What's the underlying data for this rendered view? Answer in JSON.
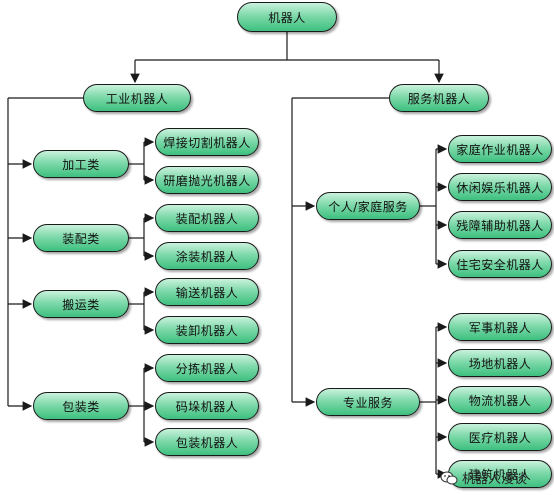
{
  "root": "机器人",
  "industrial": {
    "label": "工业机器人",
    "groups": [
      {
        "label": "加工类",
        "items": [
          "焊接切割机器人",
          "研磨抛光机器人"
        ]
      },
      {
        "label": "装配类",
        "items": [
          "装配机器人",
          "涂装机器人"
        ]
      },
      {
        "label": "搬运类",
        "items": [
          "输送机器人",
          "装卸机器人"
        ]
      },
      {
        "label": "包装类",
        "items": [
          "分拣机器人",
          "码垛机器人",
          "包装机器人"
        ]
      }
    ]
  },
  "service": {
    "label": "服务机器人",
    "groups": [
      {
        "label": "个人/家庭服务",
        "items": [
          "家庭作业机器人",
          "休闲娱乐机器人",
          "残障辅助机器人",
          "住宅安全机器人"
        ]
      },
      {
        "label": "专业服务",
        "items": [
          "军事机器人",
          "场地机器人",
          "物流机器人",
          "医疗机器人",
          "建筑机器人"
        ]
      }
    ]
  },
  "watermark": "机器人漫谈",
  "colors": {
    "node_top": "#c9f2dd",
    "node_bottom": "#3ec07f",
    "line": "#1a1a1a"
  }
}
